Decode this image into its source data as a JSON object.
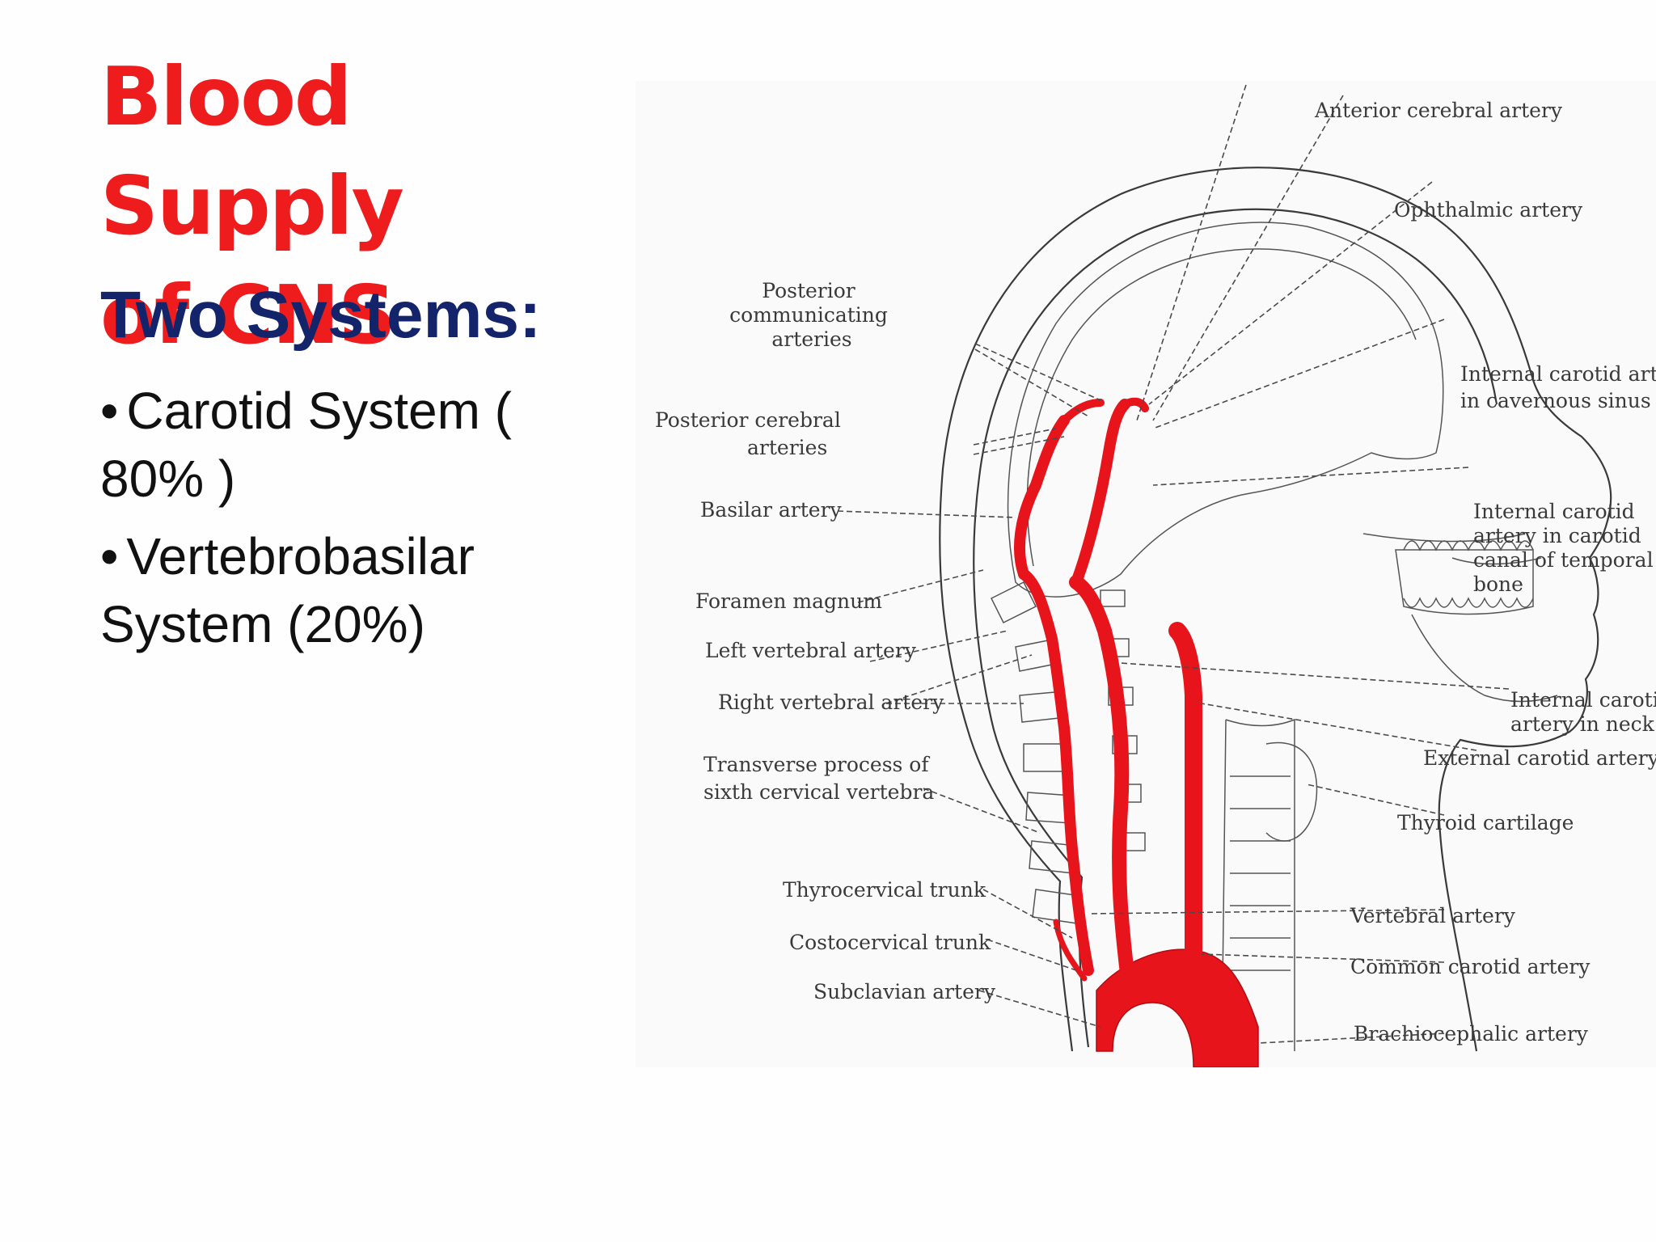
{
  "slide": {
    "title_lines": [
      "Blood Supply",
      "of CNS"
    ],
    "subtitle": "Two Systems:",
    "bullets": [
      {
        "marker": "•",
        "text": "Carotid System ( 80% )"
      },
      {
        "marker": "•",
        "text": "Vertebrobasilar System (20%)"
      }
    ]
  },
  "figure": {
    "artery_color": "#e8141b",
    "labels_left": [
      [
        "Posterior",
        "communicating",
        "arteries"
      ],
      [
        "Posterior cerebral",
        "arteries"
      ],
      [
        "Basilar artery"
      ],
      [
        "Foramen magnum"
      ],
      [
        "Left vertebral artery"
      ],
      [
        "Right vertebral artery"
      ],
      [
        "Transverse process of",
        "sixth cervical vertebra"
      ],
      [
        "Thyrocervical trunk"
      ],
      [
        "Costocervical trunk"
      ],
      [
        "Subclavian artery"
      ]
    ],
    "labels_right": [
      [
        "Anterior cerebral artery"
      ],
      [
        "Ophthalmic artery"
      ],
      [
        "Internal carotid arte",
        "in cavernous sinus"
      ],
      [
        "Internal carotid",
        "artery in carotid",
        "canal of temporal",
        "bone"
      ],
      [
        "Internal caroti",
        "artery in neck"
      ],
      [
        "External carotid artery"
      ],
      [
        "Thyroid cartilage"
      ],
      [
        "Vertebral artery"
      ],
      [
        "Common carotid artery"
      ],
      [
        "Brachiocephalic artery"
      ]
    ]
  }
}
